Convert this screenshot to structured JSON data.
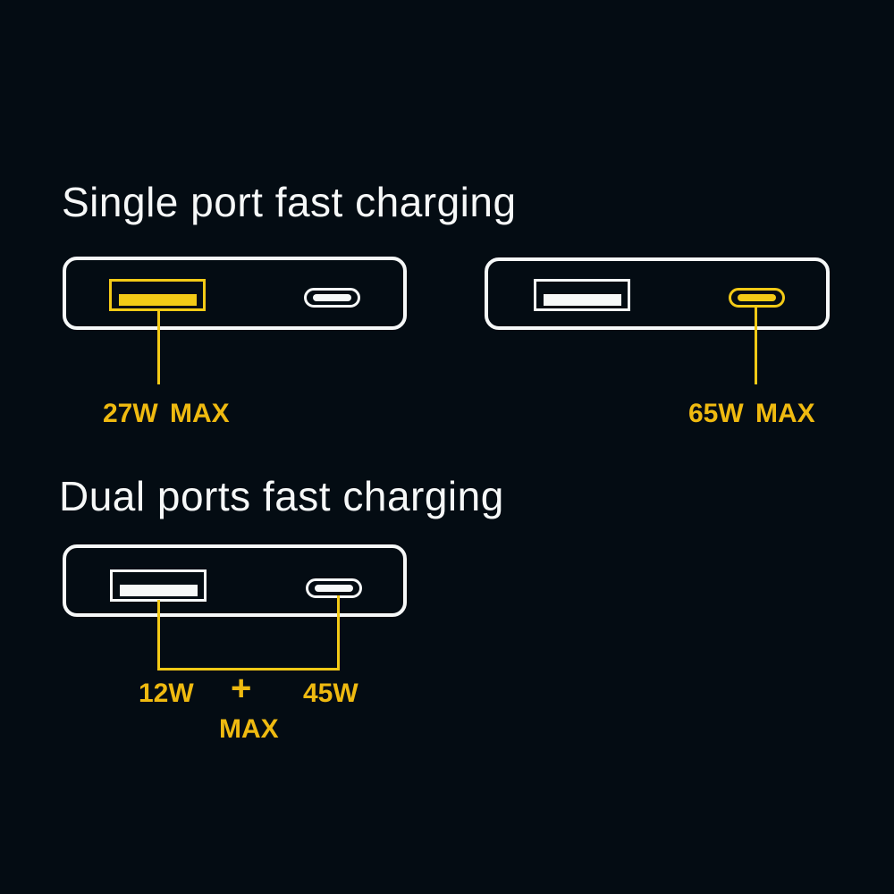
{
  "theme": {
    "background": "#040c13",
    "white": "#f6f8f8",
    "yellow_shape": "#f3ca16",
    "yellow_text": "#efba10"
  },
  "single_port": {
    "title": "Single port fast charging",
    "usb_a_device": {
      "ports": [
        "USB-A",
        "USB-C"
      ],
      "highlighted_port": "USB-A",
      "wattage_label": "27W MAX"
    },
    "usb_c_device": {
      "ports": [
        "USB-A",
        "USB-C"
      ],
      "highlighted_port": "USB-C",
      "wattage_label": "65W MAX"
    }
  },
  "dual_port": {
    "title": "Dual ports fast charging",
    "ports": [
      "USB-A",
      "USB-C"
    ],
    "usb_a_wattage": "12W",
    "plus_sign": "+",
    "usb_c_wattage": "45W",
    "max_label": "MAX"
  }
}
